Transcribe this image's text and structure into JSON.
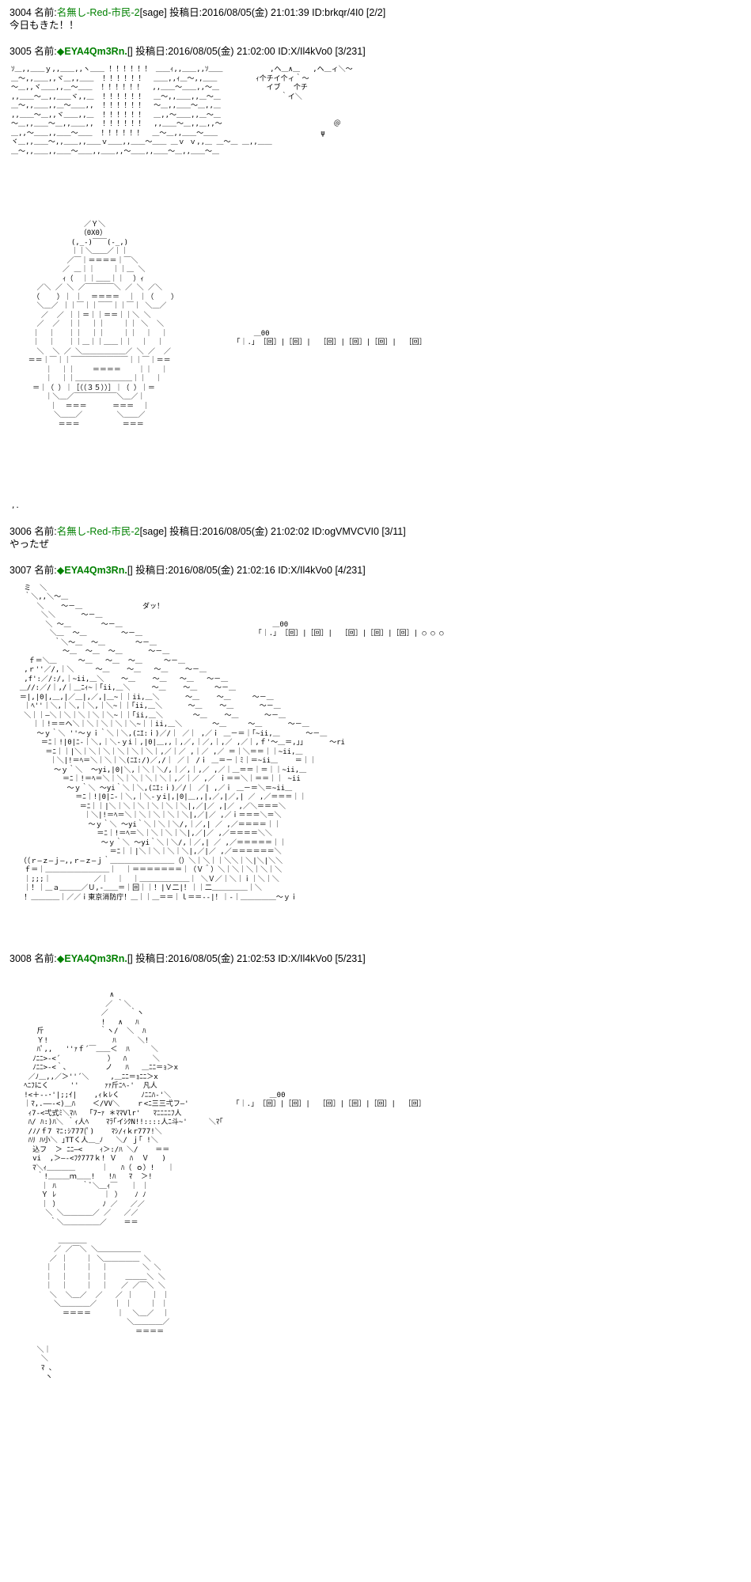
{
  "page": {
    "background": "#ffffff",
    "name_color": "#008000",
    "text_color": "#000000"
  },
  "posts": [
    {
      "number": "3004",
      "name_label": " 名前:",
      "name": "名無し-Red-市民-2",
      "mail": "[sage]",
      "meta": " 投稿日:2016/08/05(金) 21:01:39 ID:brkqr/4I0 [2/2]",
      "body": "今日もきた！！"
    },
    {
      "number": "3005",
      "name_label": " 名前:",
      "name": "◆EYA4Qm3Rn.",
      "mail": "[]",
      "meta": " 投稿日:2016/08/05(金) 21:02:00 ID:X/Il4kVo0 [3/231]",
      "body": [
        "ｿ＿,,＿＿ｙ,,＿＿,,ヽ＿＿ ！！！！！！ ＿＿ｨ,,＿＿,,ｿ＿＿           ,ヘ＿∧＿   ,ヘ＿ィ＼～",
        "＿～,,＿＿,,ヾ＿,,＿＿  ！！！！！！  ＿＿,,ｨ＿～,,＿＿         ｨ个チイ个ィ｀～",
        "～＿,,ヾ＿＿,,＿～＿＿  ！！！！！！  ,,＿＿～＿＿,,～＿           イブ   个チ",
        ",,＿＿～＿,,＿＿ヾ,,＿  ！！！！！！  ＿～,,＿＿,,＿～＿              ｀イ＼",
        "＿～,,＿＿,,＿～＿＿,,  ！！！！！！  ～＿,,＿＿～＿,,＿",
        ",,＿＿～＿,,ヾ＿＿,,＿  ！！！！！！  ＿,,～＿＿,,＿～＿",
        "～＿,,＿＿～＿,,＿＿,,  ！！！！！！  ,,＿＿～＿,,＿,,～                          ＠",
        "＿,,～＿＿,,＿＿～＿＿  ！！！！！！  ＿～＿,,＿＿～＿＿                        ψ",
        "ヾ＿,,＿＿～,,＿＿,,＿＿ｖ＿＿,,＿＿～＿＿ ＿ｖ ｖ,,＿ ＿～＿ ＿,,＿＿",
        "＿～,,＿＿,,＿＿～＿＿,,＿＿,,～＿＿,,＿＿～＿,,＿＿～＿",
        "",
        "",
        "",
        "",
        "",
        "",
        "",
        "                 ／Ｙ＼",
        "                （0X0）",
        "              (,_-)￣￣(-_,)",
        "              ｜｜＼＿＿／｜｜",
        "             ／￣｜＝＝＝＝｜￣＼",
        "            ／ ＿｜｜    ｜｜＿ ＼",
        "            ｨ（  ｜｜＿＿｜｜  ）ｨ",
        "      ／＼ ／ ＼ ／￣￣￣￣＼ ／ ＼ ／＼",
        "     （    ）｜ ｜  ＝＝＝＝  ｜ ｜（    ）",
        "      ＼＿／ ｜｜￣｜｜￣￣｜｜￣｜ ＼＿／",
        "       ／  ／ ｜｜＝｜｜＝＝｜｜＼ ＼",
        "      ／  ／  ｜｜  ｜｜    ｜｜ ＼  ＼",
        "     ｜  ｜   ｜｜  ｜｜    ｜｜  ｜  ｜                    ＿00",
        "     ｜  ｜   ｜｜＿｜｜＿＿｜｜  ｜  ｜                 ｢｜.｣ ［回］|［回］|  ［回］|［回］|［回］|  ［回］",
        "      ＼  ＼ ／ ＼＿＿＿＿＿＿／ ＼ ／  ／",
        "    ＝＝｜￣｜｜￣￣￣￣￣￣￣￣｜｜￣｜＝＝",
        "        ｜  ｜｜    ＝＝＝＝    ｜｜  ｜",
        "        ｜  ｜｜＿＿＿＿＿＿＿＿｜｜  ｜",
        "     ＝｜（ ）｜［（（３５））］｜（ ）｜＝",
        "        ｜＼＿／￣￣￣￣￣￣＼＿／｜",
        "         ｜  ＝＝＝      ＝＝＝  ｜",
        "          ＼＿＿／        ＼＿＿／",
        "           ＝＝＝          ＝＝＝",
        "",
        "",
        "",
        "",
        "",
        "",
        "",
        "",
        ",."
      ]
    },
    {
      "number": "3006",
      "name_label": " 名前:",
      "name": "名無し-Red-市民-2",
      "mail": "[sage]",
      "meta": " 投稿日:2016/08/05(金) 21:02:02 ID:ogVMVCVI0 [3/11]",
      "body": "やったぜ"
    },
    {
      "number": "3007",
      "name_label": " 名前:",
      "name": "◆EYA4Qm3Rn.",
      "mail": "[]",
      "meta": " 投稿日:2016/08/05(金) 21:02:16 ID:X/Il4kVo0 [4/231]",
      "body": [
        "   ミ  ＼",
        "   ｀＼,,＼～＿",
        "      ＼    ～－＿              ダッ！",
        "       ＼＼      ～－＿",
        "        ＼ ～＿       ～－＿                                   ＿00",
        "         ＼＿  ～＿        ～－＿                           ｢｜.｣ ［回］|［回］|  ［回］|［回］|［回］| ○ ○ ○",
        "          ｀＼～＿  ～＿       ～－＿",
        "            ～＿  ～＿  ～＿      ～－＿",
        "    ｆ＝＼＿     ～＿   ～＿  ～＿     ～－＿",
        "   ,ｒ''／/,｜＼     ～＿    ～＿   ～＿    ～－＿",
        "   ,f':／/:/,｜~ii,＿＼    ～＿    ～＿   ～＿   ～－＿",
        "  ＿//:／/｜,/｜＿ﾆｨ~｜｢ii,＿＼     ～＿    ～＿    ～－＿",
        "  ＝|,|0|,＿,|／＿|,／,|＿~｜｜ii,＿＼      ～＿    ～＿     ～－＿",
        "   ｜ﾍ''｜＼,｜＼,｜＼,｜＼~｜｜｢ii,＿＼      ～＿    ～＿      ～－＿",
        "   ＼｜｜―＼｜＼｜＼｜＼｜＼~｜｜｢ii,＿＼       ～＿    ～＿      ～－＿",
        "     ｜｜!＝＝ヘ＼｜＼｜＼｜＼｜＼~｜｜ii,＿＼       ～＿     ～＿      ～－＿",
        "      ～ｙ｀＼ ''～ｙｉ｀＼｜＼,(ﾆｴ:ｉ)／/｜ ／｜ ,／ｉ ＿－＝｜｢~ii,＿      ～－＿",
        "       ＝ﾆ｜!|0|ﾆ-｜＼,｜＼-ｙi｜,|0|＿,,｜,／,｜／,｜,／ ,／｜,ｆ'～＿＝,｣｣      ～ri",
        "        ＝ﾆ｜｜|＼｜＼｜＼｜＼｜＼｜＼｜,／｜／ ,｜／ ,／ ＝｜＼＝＝｜｜~ii,＿",
        "         ｜＼|!＝ﾍ＝＼｜＼｜＼(ﾆｴ:/)／,/｜ ／｜ /ｉ ＿＝－｜ﾐ｜＝~ii＿    ＝｜｜",
        "          ～ｙ｀＼  ～yi,|0|＼,｜＼｜＼/,｜／,｜,／ ,／｜＿＝＝｜＝｜｜~ii,＿",
        "            ＝ﾆ｜!＝ﾍ＝＼｜＼｜＼｜＼｜＼｜,／｜／ ,／ ｉ＝＝＼｜＝＝｜｜ ~ii",
        "             ～ｙ｀＼ ～yi｀＼｜＼,(ﾆｴ:ｉ)／/｜ ／| ,／ｉ ＿－＝＼＝~ii＿",
        "               ＝ﾆ｜!|0|ﾆ-｜＼,｜＼-ｙi|,|0|＿,,|,／,|／,| ／ ,／＝＝＝｜｜",
        "                ＝ﾆ｜｜|＼｜＼｜＼｜＼｜＼｜＼|,／|／ ,|／ ,／＼＝＝＝＼",
        "                 ｜＼|!＝ﾍ＝＼｜＼｜＼｜＼｜＼|,／|／ ,／ｉ＝＝＝＼＝＼",
        "                  ～ｙ｀＼ ～yi｀＼｜＼｜＼/,｜／,| ／ ,／＝＝＝＝｜｜",
        "                    ＝ﾆ｜!＝ﾍ＝＼｜＼｜＼｜＼|,／|／ ,／＝＝＝＝＼＼",
        "                     ～ｙ｀＼ ～yi｀＼｜＼/,｜／,| ／ ,／＝＝＝＝＝｜｜",
        "                       ＝ﾆ｜｜|＼｜＼｜＼｜＼|,／|／ ,／＝＝＝＝＝＝＼",
        "  （（ｒ―ｚ―ｊ―,,ｒ―ｚ―ｊ｀＿＿＿＿＿＿＿＿＿（）＼｜＼｜｜＼＼｜＼|＼|＼＼",
        "   ｆ＝｜＿＿＿＿＿＿＿＿＿｜  ｜＝＝＝＝＝＝＝｜（Ｖ＾）＼｜＼｜＼｜＼｜＼",
        "   ｜;;;｜          ／｜  ｜  ｜＿＿＿＿＿＿＿｜ ＼Ｖ／｜＼｜ｉ｜＼｜＼",
        "   ｜！｜＿ａ＿＿＿／Ｕ,-＿＿＝｜回｜｜！|Ｖ二|！｜｜二＿＿＿＿＿｜＼",
        "   ！＿＿＿＿｜／／ｉ東京消防庁！＿｜｜＿＝＝｜ｌ＝＝--|！｜-｜＿＿＿＿＿～ｙｉ",
        "",
        "",
        "",
        "",
        ""
      ]
    },
    {
      "number": "3008",
      "name_label": " 名前:",
      "name": "◆EYA4Qm3Rn.",
      "mail": "[]",
      "meta": " 投稿日:2016/08/05(金) 21:02:53 ID:X/Il4kVo0 [5/231]",
      "body": [
        "",
        "",
        "                       ∧",
        "                      ／ ｀＼",
        "                     ／     ｀ヽ",
        "                     !   ∧   ﾊ",
        "      斤             ｀ヽ/  ＼  ﾊ",
        "      Ｙ!               ﾊ     ＼!",
        "      ﾊﾟ,,   ''ｧｆ´￣＿＿＜  ﾊ     ＼",
        "     ﾉﾆﾆ>-<´           ）  ﾊ      ＼",
        "     ﾉﾆﾆ>-<｀､         ノ   ﾊ   ＿ﾆﾆ＝ｮ＞x",
        "    ／ﾉ＿,,／＞''´＼     ,＿ﾆﾆ＝ｮﾆﾆ＞x",
        "   ﾍﾆﾌにく     ''      ｧｧ斤ﾆﾍ-'  凡人",
        "   !<＋--･'|;;ｲ|    ,ｨｋﾚく     ﾉﾆﾆﾊ-'＼                       ＿00",
        "   ｜ﾏ,.――-<)＿ﾊ    ＜/VV＼    ｒ<ﾆ三三弌フ―'           ｢｜.｣ ［回］|［回］|  ［回］|［回］|［回］|  ［回］",
        "    ｨ7-<弌式ﾐ＼ﾏﾊ   ｢7ｰｧ ＊ﾏﾏVlr'   ﾏﾆﾆﾆﾆﾌ人",
        "    ﾊ/ ﾊ:)ﾊ＼ ｀ｨ人ﾍ    ﾏﾗ｢イｼｸN!!::::人ﾆ斗~'     ＼ﾏ｢",
        "    /ﾉ/ｆ7 ﾏﾆ:ｼ777(ﾟ)    ﾏｼ/ｨｋr777!＼",
        "    ﾊﾘ ﾊ小＼ ｣TTく人＿_ﾉ   ＼/ ｊ｢ !＼",
        "     込フ  ＞ ﾆﾆ―<    ｨ＞:/ﾊ ＼/    ＝＝",
        "     vi  ,＞―-<ﾌｸ777ｋ! Ｖ   ﾊ  Ｖ   )",
        "     ﾏ＼ｨ＿＿＿＿      ｜   ﾊ（ ｏ）!   ｜",
        "      ｀!＿＿＿ｍ＿＿!   !ﾊ   ﾏ  ＞!",
        "       ｜ ﾊ      ｀ﾞ＼＿ｨ￣   ｜ ｜",
        "       Ｙ ﾚ           ｜ ）   ﾉ ﾉ",
        "       ｜ ）          ﾉ ／   ／／",
        "        ＼ ＼＿＿＿＿／ ／   ／／",
        "         ｀＼＿＿＿＿＿／    ＝＝",
        "",
        "           ＿＿＿＿",
        "          ／ ／￣＼ ＼＿＿＿＿＿＿",
        "         ／ ｜    ｜ ＼＿＿＿＿＿ ＼",
        "        ｜  ｜    ｜  ｜        ＼ ＼",
        "        ｜  ｜    ｜  ｜    ＿＿＿＼ ＼",
        "        ｜  ｜    ｜  ｜   ／ ／￣＼ ＼",
        "         ＼  ＼＿／  ／   ／ ｜    ｜ ｜",
        "          ＼＿＿＿＿／    ｜ ｜    ｜ ｜",
        "            ＝＝＝＝      ｜  ＼＿／  ｜",
        "                           ＼＿＿＿＿／",
        "                             ＝＝＝＝",
        "",
        "      ＼｜",
        "       ＼",
        "       ﾏ ､",
        "        ヽ",
        "",
        "",
        "",
        "",
        "",
        "",
        ""
      ]
    }
  ]
}
